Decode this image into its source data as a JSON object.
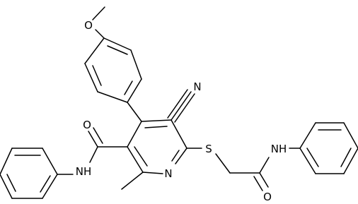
{
  "molecule": {
    "atom_labels": {
      "methoxy_o": "O",
      "nitrile_n": "N",
      "carbonyl_o_left": "O",
      "amide_nh_left": "NH",
      "pyridine_n": "N",
      "sulfur": "S",
      "amide_nh_right": "NH",
      "carbonyl_o_right": "O"
    }
  },
  "colors": {
    "bond": "#000000",
    "text": "#000000",
    "background": "#ffffff"
  }
}
